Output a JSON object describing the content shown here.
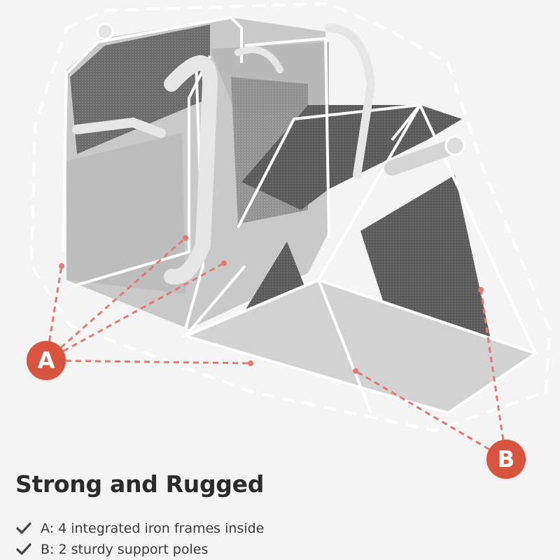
{
  "colors": {
    "accent": "#d9543f",
    "dashed_line": "#e07b73",
    "outline_dash": "#ffffff",
    "mesh_dark": "#4a4a4a",
    "frame_white": "#ffffff",
    "background": "#f4f4f4",
    "text": "#2b2b2b"
  },
  "illustration": {
    "subject": "pet carrier backpack frame diagram"
  },
  "badges": {
    "a": {
      "letter": "A"
    },
    "b": {
      "letter": "B"
    }
  },
  "heading": "Strong and Rugged",
  "features": [
    {
      "icon": "check-icon",
      "text": "A: 4 integrated iron frames inside"
    },
    {
      "icon": "check-icon",
      "text": "B: 2 sturdy support poles"
    }
  ]
}
